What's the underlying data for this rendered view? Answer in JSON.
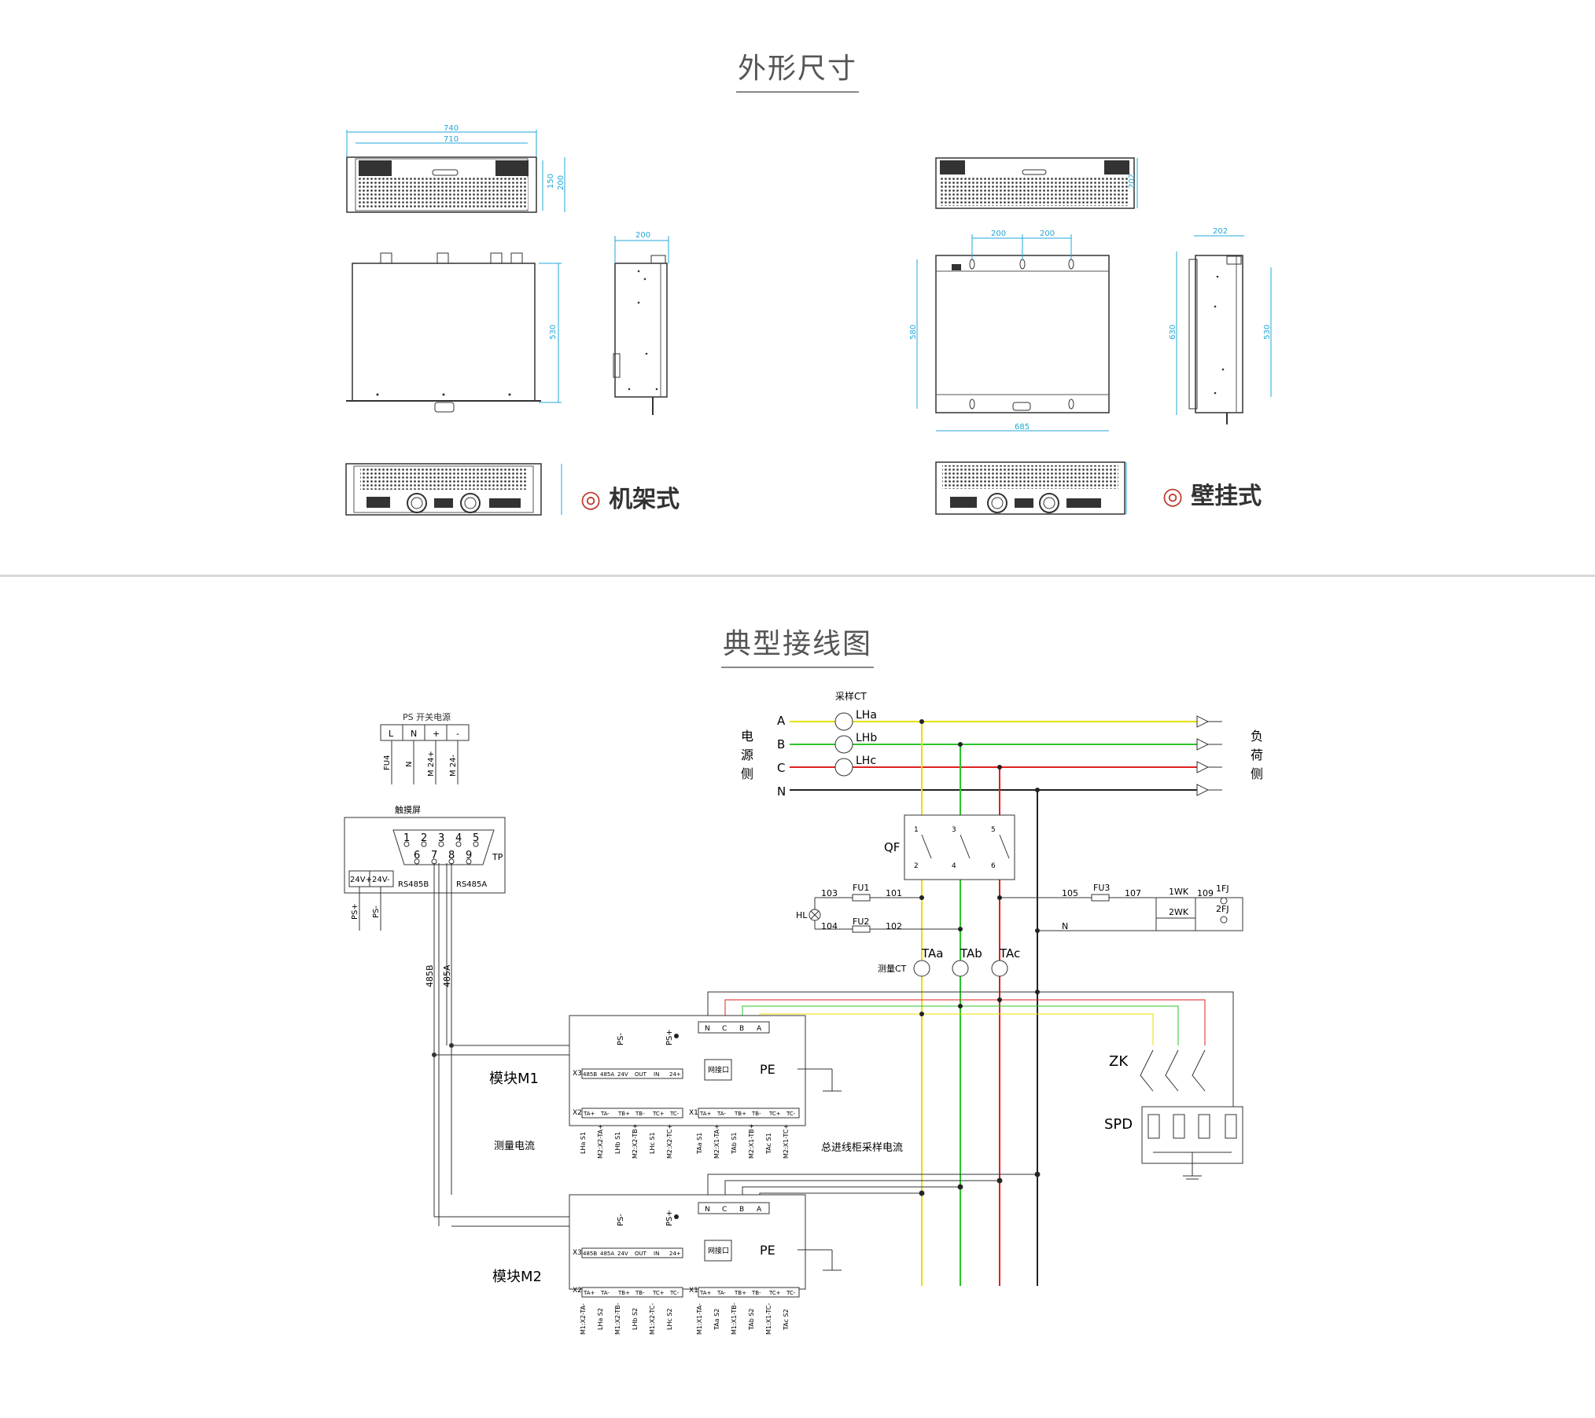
{
  "sections": {
    "dimensions_title": "外形尺寸",
    "wiring_title": "典型接线图"
  },
  "mounting": {
    "rack_label": "机架式",
    "wall_label": "壁挂式",
    "ring_glyph": "◎"
  },
  "rack_dims": {
    "w_outer": "740",
    "w_inner": "710",
    "h_front_inner": "150",
    "h_front_outer": "200",
    "depth": "530",
    "side_width": "200"
  },
  "wall_dims": {
    "h_front": "202",
    "hole_a": "200",
    "hole_b": "200",
    "height_left": "580",
    "width_bottom": "685",
    "side_top": "202",
    "side_left": "630",
    "side_right": "530"
  },
  "wiring": {
    "ps_title": "PS 开关电源",
    "ps_terms": [
      "L",
      "N",
      "+",
      "-"
    ],
    "ps_wires": [
      "FU4",
      "N",
      "M 24+",
      "M 24-"
    ],
    "touch_title": "触摸屏",
    "db9_top": [
      "1",
      "2",
      "3",
      "4",
      "5"
    ],
    "db9_bottom": [
      "6",
      "7",
      "8",
      "9"
    ],
    "tp": "TP",
    "tp_24p": "24V+",
    "tp_24m": "24V-",
    "rs485b": "RS485B",
    "rs485a": "RS485A",
    "ps_plus": "PS+",
    "ps_minus": "PS-",
    "wire_485b": "485B",
    "wire_485a": "485A",
    "sample_ct": "采样CT",
    "phases": [
      "A",
      "B",
      "C",
      "N"
    ],
    "lh": [
      "LHa",
      "LHb",
      "LHc"
    ],
    "source_side": [
      "电",
      "源",
      "侧"
    ],
    "load_side": [
      "负",
      "荷",
      "侧"
    ],
    "qf": "QF",
    "qf_top": [
      "1",
      "3",
      "5"
    ],
    "qf_bottom": [
      "2",
      "4",
      "6"
    ],
    "n103": "103",
    "n101": "101",
    "n104": "104",
    "n102": "102",
    "n105": "105",
    "n107": "107",
    "n109": "109",
    "fu1": "FU1",
    "fu2": "FU2",
    "fu3": "FU3",
    "hl": "HL",
    "wk1": "1WK",
    "wk2": "2WK",
    "fj1": "1FJ",
    "fj2": "2FJ",
    "n_label": "N",
    "measure_ct": "测量CT",
    "ta": [
      "TAa",
      "TAb",
      "TAc"
    ],
    "module_m1": "模块M1",
    "module_m2": "模块M2",
    "pe": "PE",
    "net_port": "网接口",
    "abc_terms": [
      "N",
      "C",
      "B",
      "A"
    ],
    "x3": "X3",
    "x2": "X2",
    "x1": "X1",
    "nums6": [
      "1",
      "2",
      "3",
      "4",
      "5",
      "6"
    ],
    "x3_terms": [
      "485B",
      "485A",
      "24V",
      "OUT",
      "IN",
      "24+"
    ],
    "x2_terms": [
      "TA+",
      "TA-",
      "TB+",
      "TB-",
      "TC+",
      "TC-"
    ],
    "m1_x2_wires": [
      "LHa S1",
      "M2:X2-TA+",
      "LHb S1",
      "M2:X2-TB+",
      "LHc S1",
      "M2:X2-TC+"
    ],
    "m1_x1_wires": [
      "TAa S1",
      "M2:X1-TA+",
      "TAb S1",
      "M2:X1-TB+",
      "TAc S1",
      "M2:X1-TC+"
    ],
    "m2_x2_wires": [
      "M1:X2-TA-",
      "LHa S2",
      "M1:X2-TB-",
      "LHb S2",
      "M1:X2-TC-",
      "LHc S2"
    ],
    "m2_x1_wires": [
      "M1:X1-TA-",
      "TAa S2",
      "M1:X1-TB-",
      "TAb S2",
      "M1:X1-TC-",
      "TAc S2"
    ],
    "measure_current": "测量电流",
    "incoming_current": "总进线柜采样电流",
    "zk": "ZK",
    "spd": "SPD"
  },
  "colors": {
    "phase_a": "#e8e000",
    "phase_b": "#2bc42b",
    "phase_c": "#e02020",
    "neutral": "#222222",
    "dimension": "#22a7d8",
    "ring": "#c0392b"
  }
}
